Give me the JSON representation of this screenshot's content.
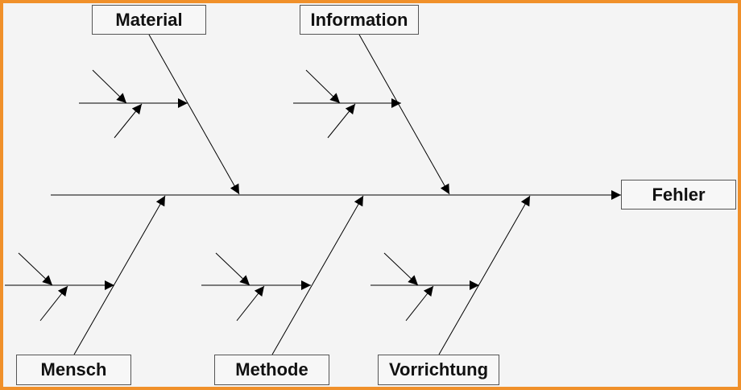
{
  "diagram": {
    "effect": "Fehler",
    "causes": {
      "material": "Material",
      "information": "Information",
      "mensch": "Mensch",
      "methode": "Methode",
      "vorrichtung": "Vorrichtung"
    }
  },
  "colors": {
    "frame": "#f0902a",
    "background": "#f4f4f4",
    "line": "#000000"
  }
}
